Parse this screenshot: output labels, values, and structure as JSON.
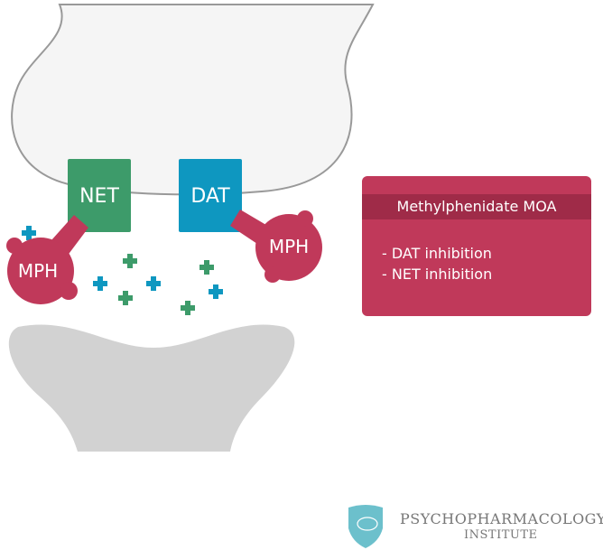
{
  "diagram": {
    "transporters": [
      {
        "label": "NET",
        "color": "#3d9b6a"
      },
      {
        "label": "DAT",
        "color": "#0e97c0"
      }
    ],
    "drug": {
      "label": "MPH",
      "color": "#c0395a"
    },
    "info_box": {
      "title": "Methylphenidate MOA",
      "items": [
        "- DAT inhibition",
        "- NET inhibition"
      ]
    },
    "logo": {
      "name": "PSYCHOPHARMACOLOGY",
      "sub": "INSTITUTE"
    }
  }
}
